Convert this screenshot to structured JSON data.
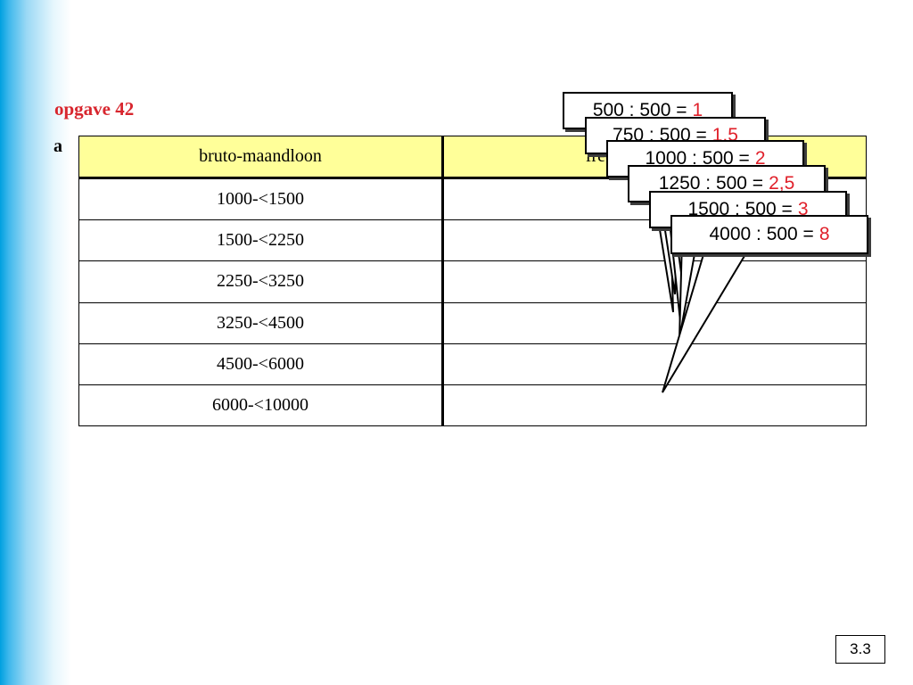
{
  "exercise": {
    "title": "opgave 42",
    "part": "a"
  },
  "table": {
    "headers": [
      "bruto-maandloon",
      "frequentiedichtheid"
    ],
    "rows": [
      [
        "1000-<1500",
        ""
      ],
      [
        "1500-<2250",
        ""
      ],
      [
        "2250-<3250",
        ""
      ],
      [
        "3250-<4500",
        ""
      ],
      [
        "4500-<6000",
        ""
      ],
      [
        "6000-<10000",
        ""
      ]
    ]
  },
  "callouts": [
    {
      "expr": "500 : 500 =",
      "result": "1"
    },
    {
      "expr": "750 : 500 =",
      "result": "1,5"
    },
    {
      "expr": "1000 : 500 =",
      "result": "2"
    },
    {
      "expr": "1250 : 500 =",
      "result": "2,5"
    },
    {
      "expr": "1500 : 500 =",
      "result": "3"
    },
    {
      "expr": "4000 : 500 =",
      "result": "8"
    }
  ],
  "colors": {
    "title": "#d8262e",
    "header_bg": "#ffff99",
    "result": "#e0202a",
    "sidebar": "#00a0e0"
  },
  "page_number": "3.3"
}
